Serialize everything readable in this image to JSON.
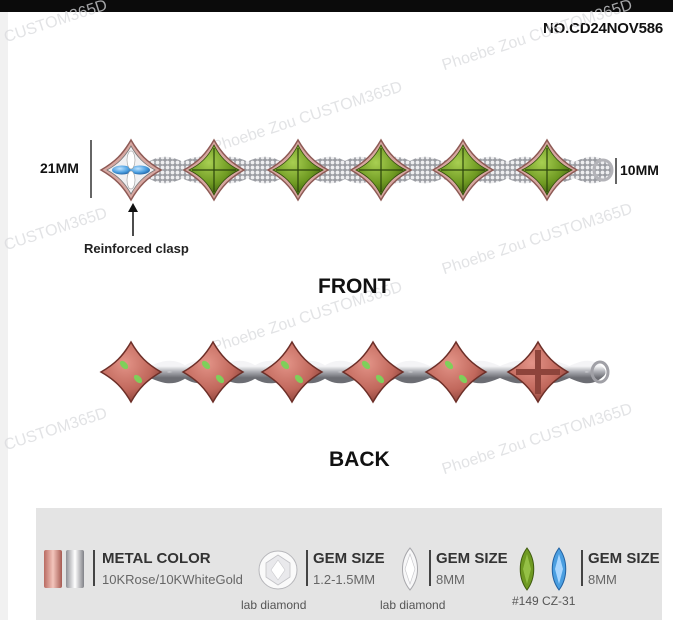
{
  "product_code": "NO.CD24NOV586",
  "watermarks": [
    "CUSTOM365D",
    "Phoebe Zou CUSTOM365D"
  ],
  "dimensions": {
    "height_label": "21MM",
    "width_label": "10MM"
  },
  "clasp_label": "Reinforced clasp",
  "views": {
    "front": "FRONT",
    "back": "BACK"
  },
  "colors": {
    "gold_stone": "#6f9a22",
    "blue_stone": "#4a9ee0",
    "rose_metal": "#c1685c",
    "white_metal": "#c8c8cc"
  },
  "legend": {
    "metal": {
      "title": "METAL COLOR",
      "value": "10KRose/10KWhiteGold"
    },
    "gem1": {
      "title": "GEM SIZE",
      "value": "1.2-1.5MM",
      "caption": "lab diamond"
    },
    "gem2": {
      "title": "GEM SIZE",
      "value": "8MM",
      "caption": "lab diamond"
    },
    "gem3": {
      "title": "GEM SIZE",
      "value": "8MM",
      "caption": "#149 CZ-31"
    }
  }
}
